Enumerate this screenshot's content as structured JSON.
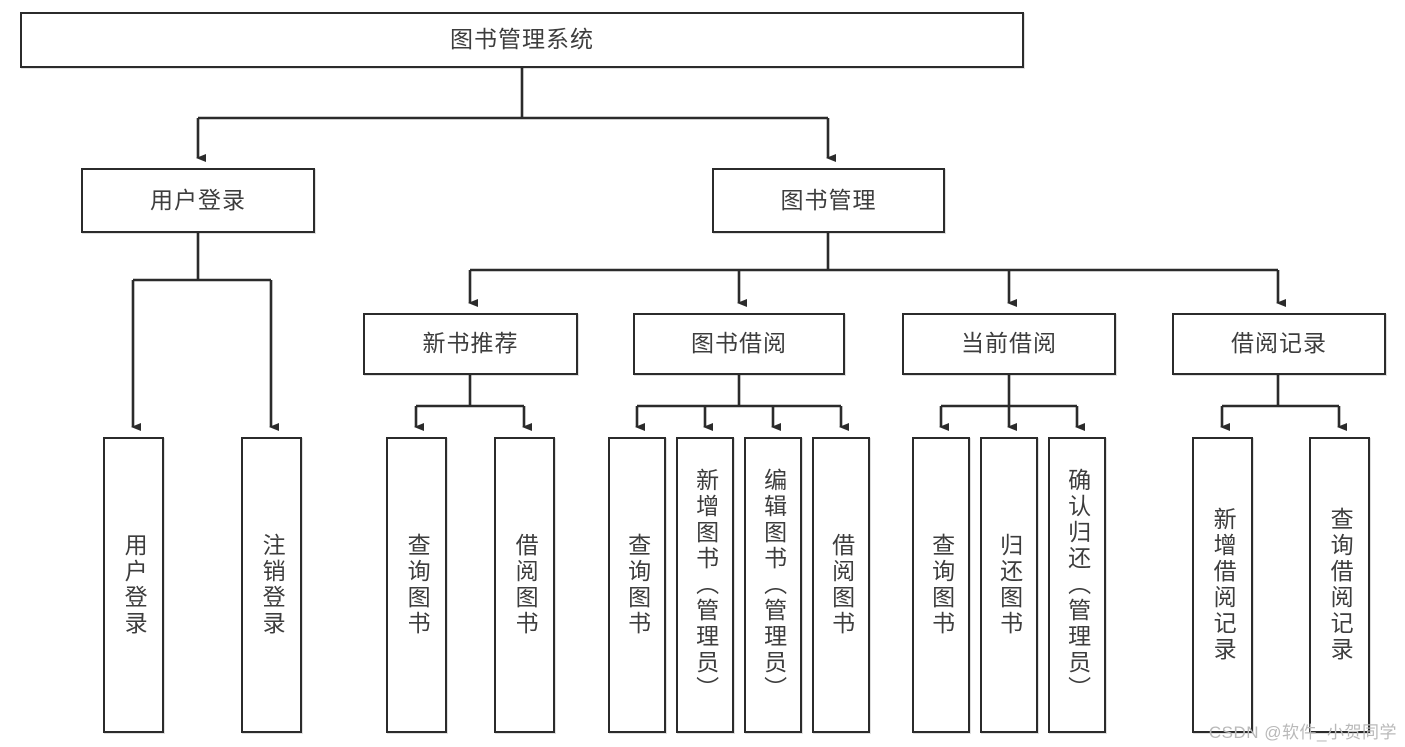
{
  "diagram": {
    "type": "tree",
    "title": "图书管理系统",
    "watermark": "CSDN @软件_小贺同学",
    "colors": {
      "stroke": "#2b2b2b",
      "text": "#3d3d3d",
      "background": "#ffffff",
      "watermark": "#b9b9b9"
    },
    "nodes": {
      "root": {
        "label": "图书管理系统",
        "orientation": "horizontal"
      },
      "level2": [
        {
          "label": "用户登录",
          "orientation": "horizontal"
        },
        {
          "label": "图书管理",
          "orientation": "horizontal"
        }
      ],
      "level3": [
        {
          "label": "新书推荐",
          "orientation": "horizontal"
        },
        {
          "label": "图书借阅",
          "orientation": "horizontal"
        },
        {
          "label": "当前借阅",
          "orientation": "horizontal"
        },
        {
          "label": "借阅记录",
          "orientation": "horizontal"
        }
      ],
      "leaves": {
        "user_login": [
          {
            "label": "用户登录",
            "orientation": "vertical"
          },
          {
            "label": "注销登录",
            "orientation": "vertical"
          }
        ],
        "new_book_recommend": [
          {
            "label": "查询图书",
            "orientation": "vertical"
          },
          {
            "label": "借阅图书",
            "orientation": "vertical"
          }
        ],
        "book_borrow": [
          {
            "label": "查询图书",
            "orientation": "vertical"
          },
          {
            "label": "新增图书（管理员）",
            "orientation": "vertical"
          },
          {
            "label": "编辑图书（管理员）",
            "orientation": "vertical"
          },
          {
            "label": "借阅图书",
            "orientation": "vertical"
          }
        ],
        "current_borrow": [
          {
            "label": "查询图书",
            "orientation": "vertical"
          },
          {
            "label": "归还图书",
            "orientation": "vertical"
          },
          {
            "label": "确认归还（管理员）",
            "orientation": "vertical"
          }
        ],
        "borrow_record": [
          {
            "label": "新增借阅记录",
            "orientation": "vertical"
          },
          {
            "label": "查询借阅记录",
            "orientation": "vertical"
          }
        ]
      }
    }
  }
}
